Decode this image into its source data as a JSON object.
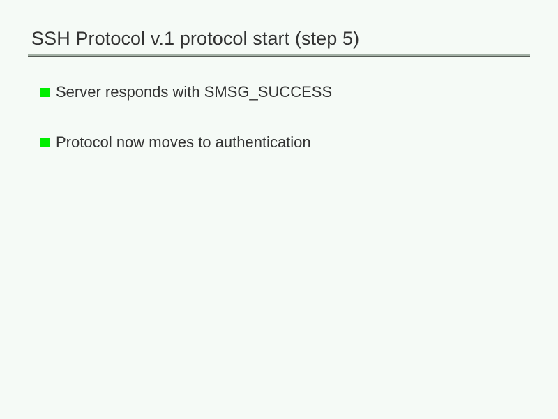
{
  "slide": {
    "title": "SSH Protocol v.1 protocol start (step 5)",
    "bullet_marker_color": "#00ee00",
    "text_color": "#333333",
    "background_color": "#f5faf6",
    "rule_light_color": "#a3b0a5",
    "rule_dark_color": "#555b55",
    "bullets": [
      {
        "marker": "square-bullet-icon",
        "text": "Server responds with SMSG_SUCCESS"
      },
      {
        "marker": "square-bullet-icon",
        "text": "Protocol now moves to authentication"
      }
    ]
  }
}
